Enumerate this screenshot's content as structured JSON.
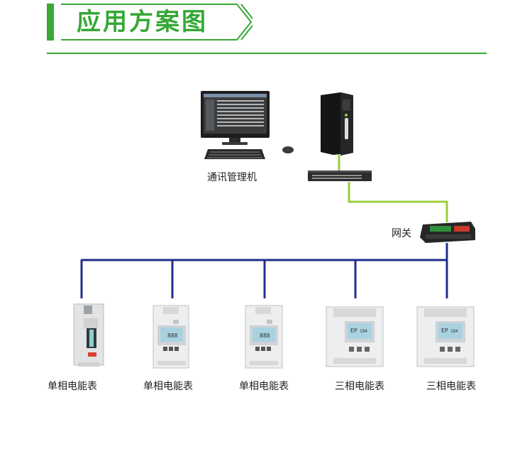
{
  "header": {
    "title": "应用方案图"
  },
  "nodes": {
    "mgmt_computer": {
      "label": "通讯管理机"
    },
    "gateway": {
      "label": "网关"
    },
    "meters": [
      {
        "label": "单相电能表",
        "type": "single-phase-din-narrow"
      },
      {
        "label": "单相电能表",
        "type": "single-phase-din"
      },
      {
        "label": "单相电能表",
        "type": "single-phase-din"
      },
      {
        "label": "三相电能表",
        "type": "three-phase-din"
      },
      {
        "label": "三相电能表",
        "type": "three-phase-din"
      }
    ]
  },
  "colors": {
    "accent": "#3aa935",
    "ethernet_line": "#9ccc3c",
    "bus_line": "#1f2f8c"
  }
}
